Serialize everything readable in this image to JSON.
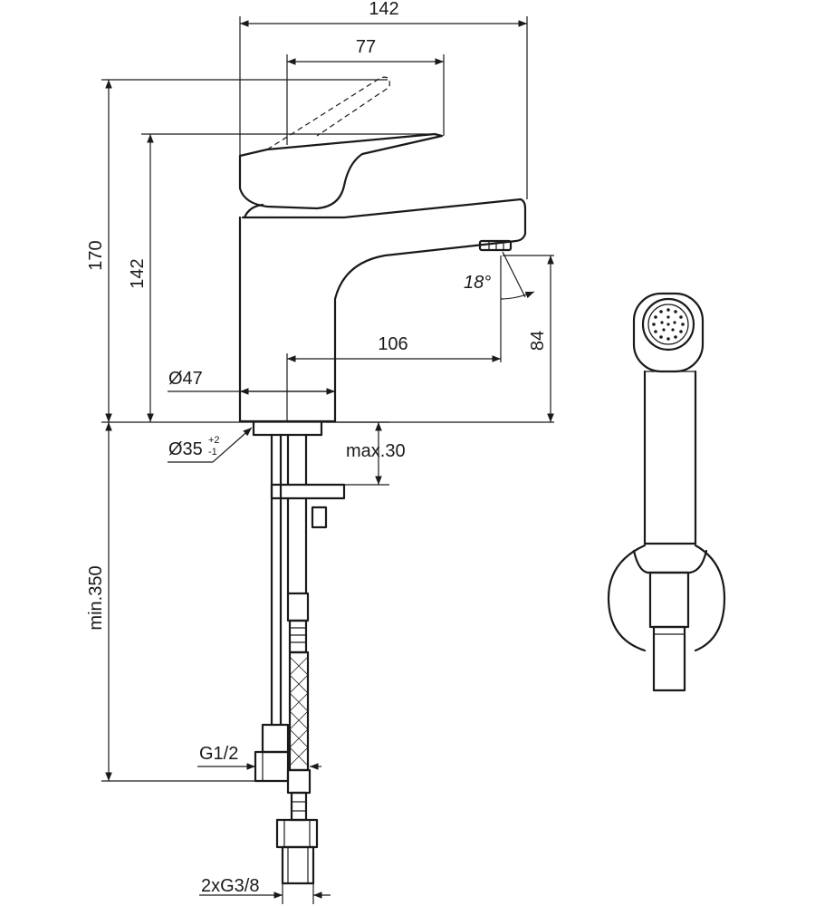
{
  "dimensions": {
    "width_top": "142",
    "lever_reach": "77",
    "total_height": "170",
    "spout_height": "142",
    "spout_reach": "106",
    "outlet_height": "84",
    "body_diameter": "Ø47",
    "hole_diameter": "Ø35",
    "hole_tol_plus": "+2",
    "hole_tol_minus": "-1",
    "max_deck": "max.30",
    "min_below": "min.350",
    "connection": "G1/2",
    "hose_connection": "2xG3/8",
    "spray_angle": "18°"
  }
}
